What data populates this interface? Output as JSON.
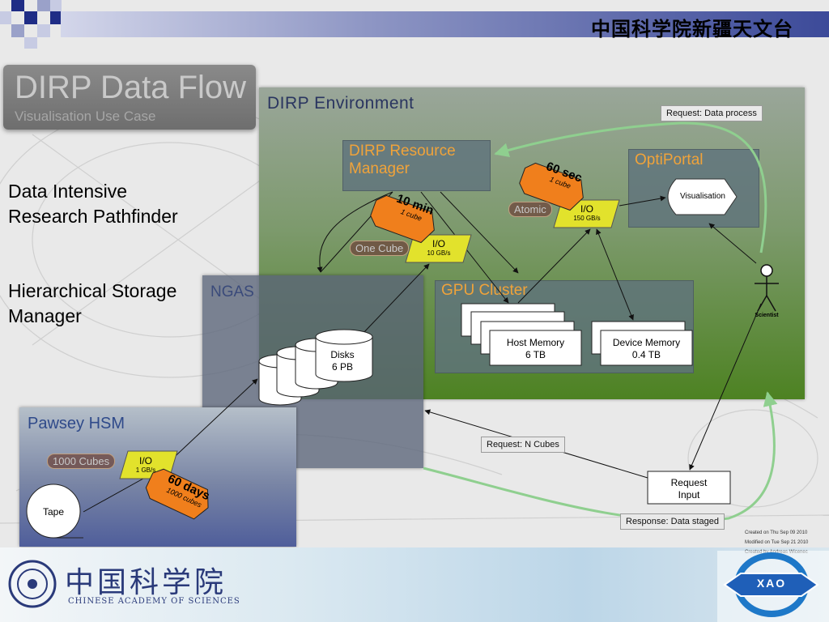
{
  "header": {
    "org_title": "中国科学院新疆天文台"
  },
  "title": {
    "main": "DIRP Data Flow",
    "sub": "Visualisation Use Case"
  },
  "side_labels": {
    "dirp": "Data Intensive\nResearch Pathfinder",
    "hsm": "Hierarchical Storage\nManager"
  },
  "diagram": {
    "environment": "DIRP Environment",
    "resource_manager": "DIRP Resource\nManager",
    "optiportal": "OptiPortal",
    "visualisation": "Visualisation",
    "gpu_cluster": "GPU Cluster",
    "host_memory": "Host Memory\n6 TB",
    "device_memory": "Device Memory\n0.4 TB",
    "ngas": "NGAS",
    "disks": "Disks\n6 PB",
    "pawsey": "Pawsey HSM",
    "tape": "Tape",
    "scientist": "Scientist",
    "request_input": "Request\nInput",
    "notes": {
      "data_process": "Request: Data process",
      "n_cubes": "Request: N Cubes",
      "data_staged": "Response: Data staged"
    },
    "links": {
      "atomic": {
        "pill": "Atomic",
        "io": "I/O",
        "rate": "150 GB/s",
        "tag": "60 sec",
        "tag_sub": "1 cube"
      },
      "one_cube": {
        "pill": "One Cube",
        "io": "I/O",
        "rate": "10 GB/s",
        "tag": "10 min",
        "tag_sub": "1 cube"
      },
      "thousand": {
        "pill": "1000 Cubes",
        "io": "I/O",
        "rate": "1 GB/s",
        "tag": "60 days",
        "tag_sub": "1000 cubes"
      }
    }
  },
  "meta": {
    "created": "Created on Thu Sep 09 2010",
    "modified": "Modified on Tue Sep 21 2010",
    "author": "Created by Andreas Wicenec"
  },
  "footer": {
    "cas_cn": "中国科学院",
    "cas_en": "CHINESE ACADEMY OF SCIENCES",
    "xao": "XAO"
  },
  "colors": {
    "accent_orange": "#f07f1c",
    "io_yellow": "#dede2c",
    "green_arrow": "#7fbf7f"
  }
}
